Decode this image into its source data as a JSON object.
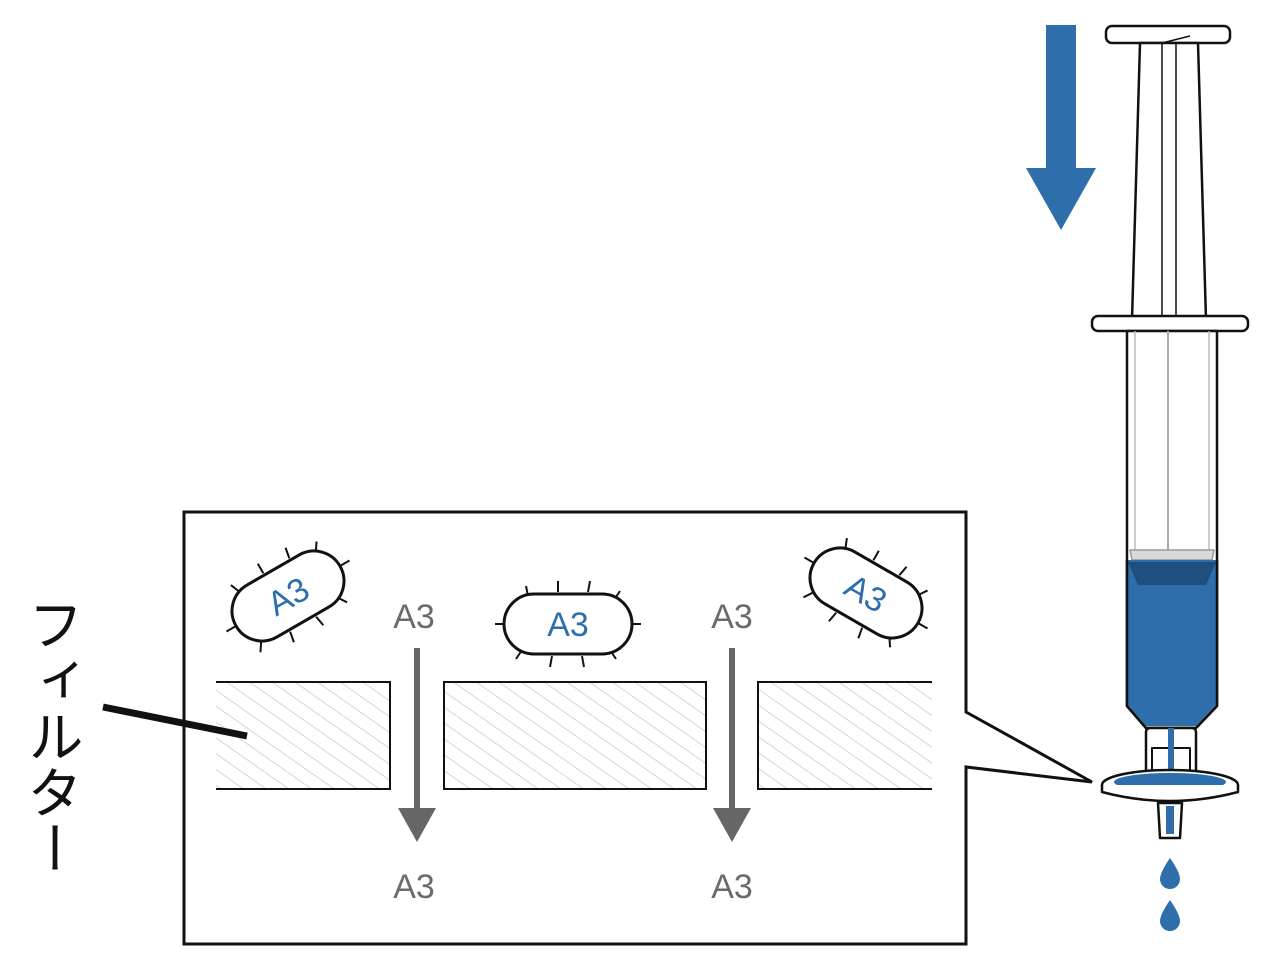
{
  "filter_label": "フィルター",
  "labels": {
    "bacterium": "A3",
    "small_particle": "A3"
  },
  "colors": {
    "accent_blue": "#2e6eab",
    "dark_blue": "#1f4f7f",
    "arrow_gray": "#666666",
    "label_gray": "#6b6b6b",
    "outline": "#111111",
    "hatch": "#c8c8c8"
  }
}
